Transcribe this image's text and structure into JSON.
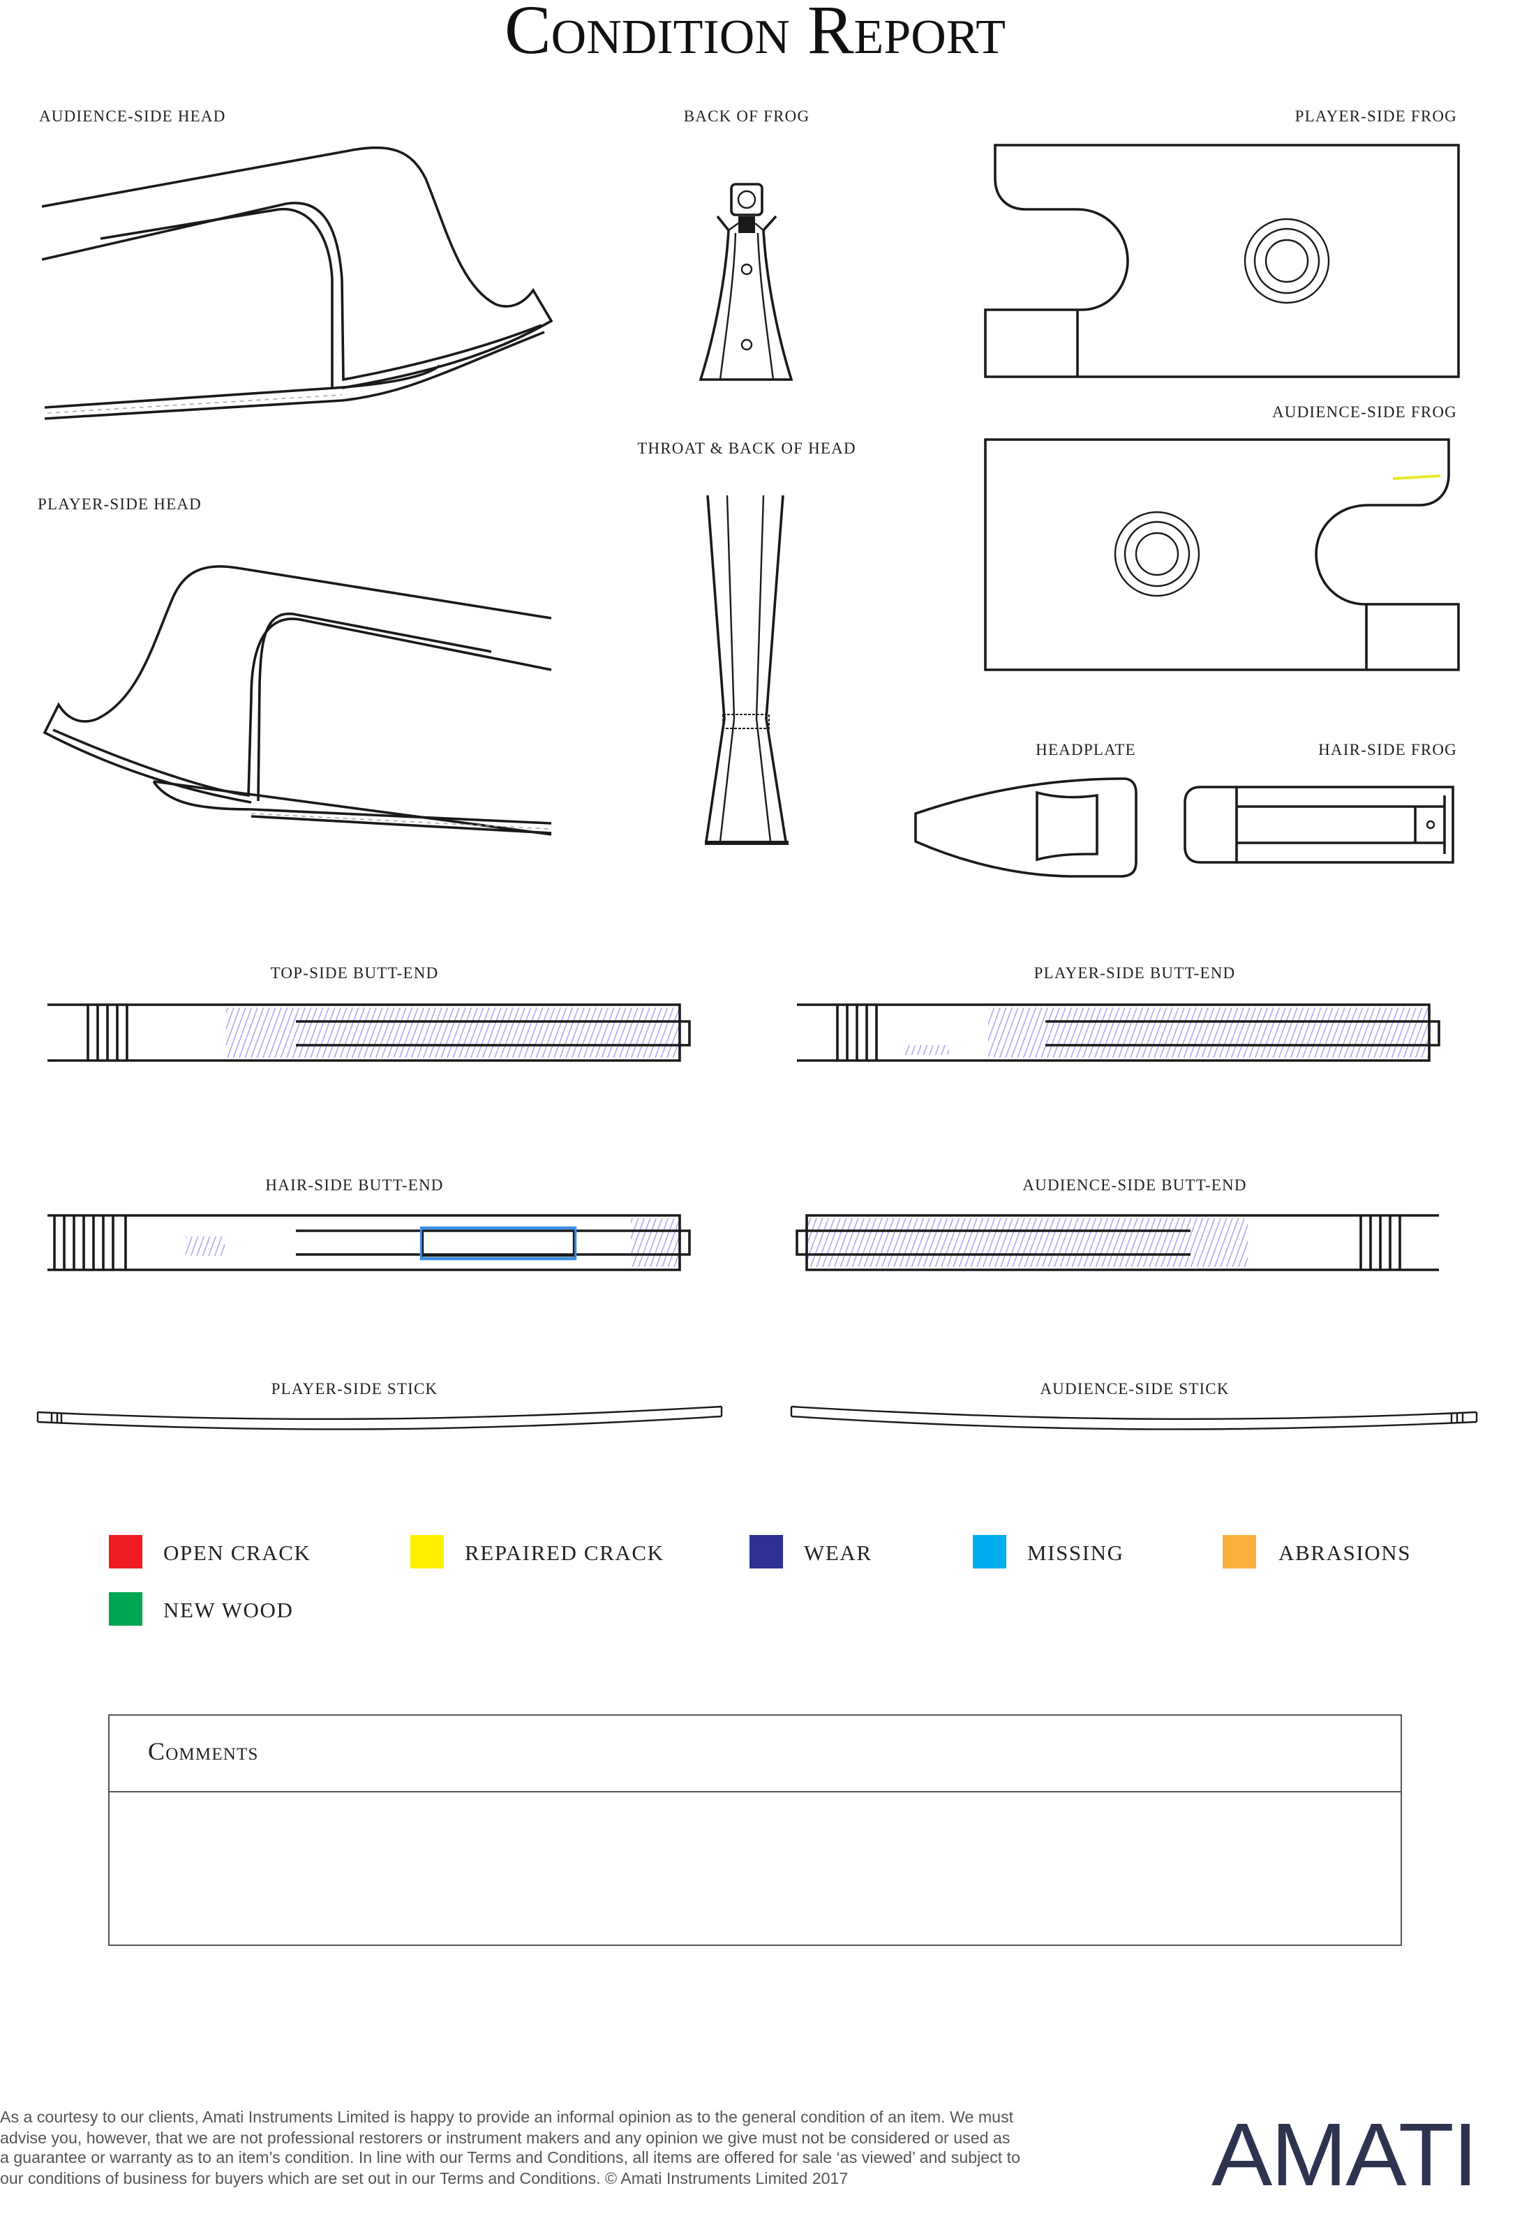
{
  "title": "Condition Report",
  "diagrams": {
    "audience_side_head": "AUDIENCE-SIDE HEAD",
    "back_of_frog": "BACK OF FROG",
    "player_side_frog": "PLAYER-SIDE FROG",
    "audience_side_frog": "AUDIENCE-SIDE FROG",
    "throat_back_of_head": "THROAT & BACK OF HEAD",
    "player_side_head": "PLAYER-SIDE HEAD",
    "headplate": "HEADPLATE",
    "hair_side_frog": "HAIR-SIDE FROG",
    "top_side_butt_end": "TOP-SIDE BUTT-END",
    "player_side_butt_end": "PLAYER-SIDE BUTT-END",
    "hair_side_butt_end": "HAIR-SIDE BUTT-END",
    "audience_side_butt_end": "AUDIENCE-SIDE BUTT-END",
    "player_side_stick": "PLAYER-SIDE STICK",
    "audience_side_stick": "AUDIENCE-SIDE STICK"
  },
  "legend": [
    {
      "label": "OPEN CRACK",
      "color": "#ed1c24"
    },
    {
      "label": "REPAIRED CRACK",
      "color": "#fff200"
    },
    {
      "label": "WEAR",
      "color": "#2e3192"
    },
    {
      "label": "MISSING",
      "color": "#00aeef"
    },
    {
      "label": "ABRASIONS",
      "color": "#fbb040"
    },
    {
      "label": "NEW WOOD",
      "color": "#00a651"
    }
  ],
  "comments": {
    "heading": "Comments",
    "value": ""
  },
  "footer": {
    "lines": [
      "As a courtesy to our clients, Amati Instruments Limited is happy to provide an informal opinion as to the general condition of an item. We must",
      "advise you, however, that we are not professional restorers or instrument makers and any opinion we give must not be considered or used as",
      "a guarantee or warranty as to an item’s condition. In line with our Terms and Conditions, all items are offered for sale ‘as viewed’ and subject to",
      "our conditions of business for buyers which are set out in our Terms and Conditions. © Amati Instruments Limited 2017"
    ],
    "logo": "AMATI"
  },
  "marks": {
    "wear_color": "#8a7cf0",
    "missing_color": "#3a8fe8",
    "repaired_color": "#e8e82a"
  }
}
